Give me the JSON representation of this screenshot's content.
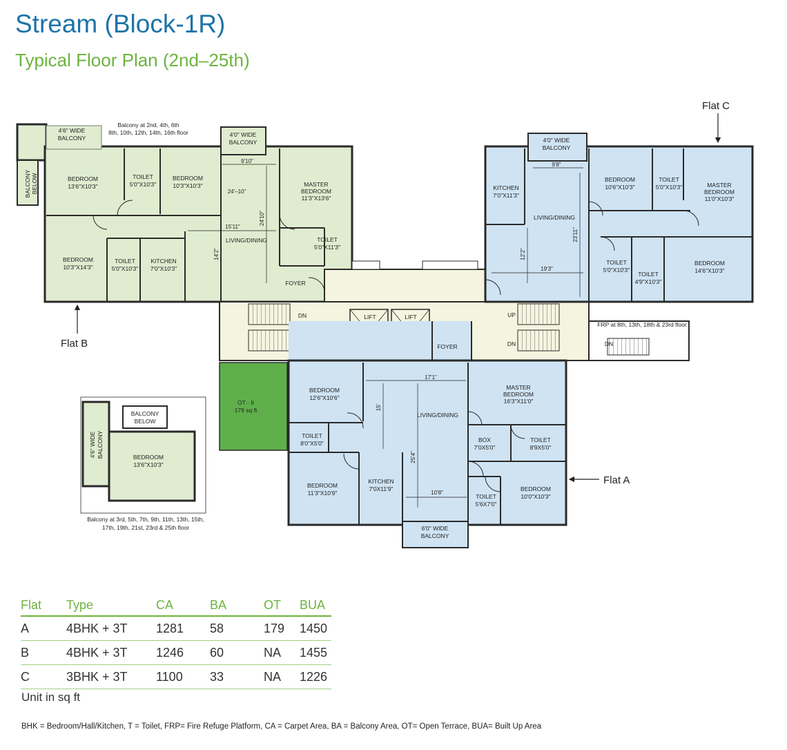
{
  "header": {
    "title": "Stream (Block-1R)",
    "subtitle": "Typical Floor Plan (2nd–25th)"
  },
  "colors": {
    "title": "#1e73a8",
    "accent_green": "#6db33f",
    "flat_b_fill": "#dfeccf",
    "flat_a_c_fill": "#cfe3f3",
    "core_fill": "#f4f4e0",
    "ot_fill": "#5fb04a",
    "wall": "#2a2a2a"
  },
  "plan": {
    "flat_labels": {
      "a": "Flat A",
      "b": "Flat B",
      "c": "Flat C"
    },
    "notes": {
      "balcony_b_line1": "Balcony at 2nd, 4th, 6th",
      "balcony_b_line2": "8th, 10th, 12th, 14th, 16th floor",
      "frp": "FRP at 8th, 13th, 18th & 23rd floor",
      "inset_line1": "Balcony at 3rd, 5th, 7th, 9th, 11th, 13th, 15th,",
      "inset_line2": "17th, 19th, 21st, 23rd & 25th floor"
    },
    "flat_b": {
      "balcony_wide": [
        "4'6\" WIDE",
        "BALCONY"
      ],
      "balcony_below": [
        "BALCONY",
        "BELOW"
      ],
      "balcony_4_0": [
        "4'0\" WIDE",
        "BALCONY"
      ],
      "bedroom1": [
        "BEDROOM",
        "13'6\"X10'3\""
      ],
      "toilet1": [
        "TOILET",
        "5'0\"X10'3\""
      ],
      "bedroom2": [
        "BEDROOM",
        "10'3\"X10'3\""
      ],
      "master": [
        "MASTER",
        "BEDROOM",
        "11'3\"X13'6\""
      ],
      "bedroom3": [
        "BEDROOM",
        "10'3\"X14'3\""
      ],
      "toilet2": [
        "TOILET",
        "5'0\"X10'3\""
      ],
      "kitchen": [
        "KITCHEN",
        "7'0\"X10'3\""
      ],
      "living": "LIVING/DINING",
      "toilet3": [
        "TOILET",
        "5'0\"X11'3\""
      ],
      "foyer": "FOYER",
      "dims": [
        "9'10\"",
        "24'–10\"",
        "15'11\"",
        "24'10\"",
        "14'2\""
      ]
    },
    "flat_c": {
      "balcony": [
        "4'0\" WIDE",
        "BALCONY"
      ],
      "kitchen": [
        "KITCHEN",
        "7'0\"X11'3\""
      ],
      "living": "LIVING/DINING",
      "bedroom1": [
        "BEDROOM",
        "10'6\"X10'3\""
      ],
      "toilet1": [
        "TOILET",
        "5'0\"X10'3\""
      ],
      "master": [
        "MASTER",
        "BEDROOM",
        "11'0\"X10'3\""
      ],
      "toilet2": [
        "TOILET",
        "5'0\"X10'3\""
      ],
      "toilet3": [
        "TOILET",
        "4'9\"X10'3\""
      ],
      "bedroom2": [
        "BEDROOM",
        "14'6\"X10'3\""
      ],
      "dims": [
        "9'8\"",
        "12'2\"",
        "19'3\"",
        "23'11\""
      ]
    },
    "core": {
      "lift1": "LIFT",
      "lift2": "LIFT",
      "dn_left": "DN",
      "up_left": "UP",
      "up_right": "UP",
      "dn_right": "DN",
      "dn_frp": "DN",
      "foyer": "FOYER"
    },
    "ot": [
      "OT - II",
      "179 sq ft"
    ],
    "flat_a": {
      "bedroom1": [
        "BEDROOM",
        "12'6\"X10'6\""
      ],
      "living": "LIVING/DINING",
      "master": [
        "MASTER",
        "BEDROOM",
        "16'3\"X11'0\""
      ],
      "toilet1": [
        "TOILET",
        "8'0\"X5'0\""
      ],
      "box": [
        "BOX",
        "7'0X5'0\""
      ],
      "toilet2": [
        "TOILET",
        "8'9X5'0\""
      ],
      "bedroom2": [
        "BEDROOM",
        "11'3\"X10'9\""
      ],
      "kitchen": [
        "KITCHEN",
        "7'0X11'9\""
      ],
      "toilet3": [
        "TOILET",
        "5'6X7'0\""
      ],
      "bedroom3": [
        "BEDROOM",
        "10'0\"X10'3\""
      ],
      "balcony": [
        "6'0\" WIDE",
        "BALCONY"
      ],
      "dims": [
        "17'1\"",
        "15'",
        "25'4\"",
        "10'8\""
      ]
    },
    "inset": {
      "balcony_below": [
        "BALCONY",
        "BELOW"
      ],
      "balcony_wide": [
        "4'6\" WIDE",
        "BALCONY"
      ],
      "bedroom": [
        "BEDROOM",
        "13'6\"X10'3\""
      ]
    }
  },
  "table": {
    "headers": [
      "Flat",
      "Type",
      "CA",
      "BA",
      "OT",
      "BUA"
    ],
    "rows": [
      [
        "A",
        "4BHK + 3T",
        "1281",
        "58",
        "179",
        "1450"
      ],
      [
        "B",
        "4BHK + 3T",
        "1246",
        "60",
        "NA",
        "1455"
      ],
      [
        "C",
        "3BHK + 3T",
        "1100",
        "33",
        "NA",
        "1226"
      ]
    ],
    "unit_note": "Unit in sq ft"
  },
  "legend": "BHK = Bedroom/Hall/Kitchen, T = Toilet, FRP= Fire Refuge Platform, CA = Carpet Area, BA = Balcony Area, OT= Open Terrace, BUA= Built Up Area"
}
